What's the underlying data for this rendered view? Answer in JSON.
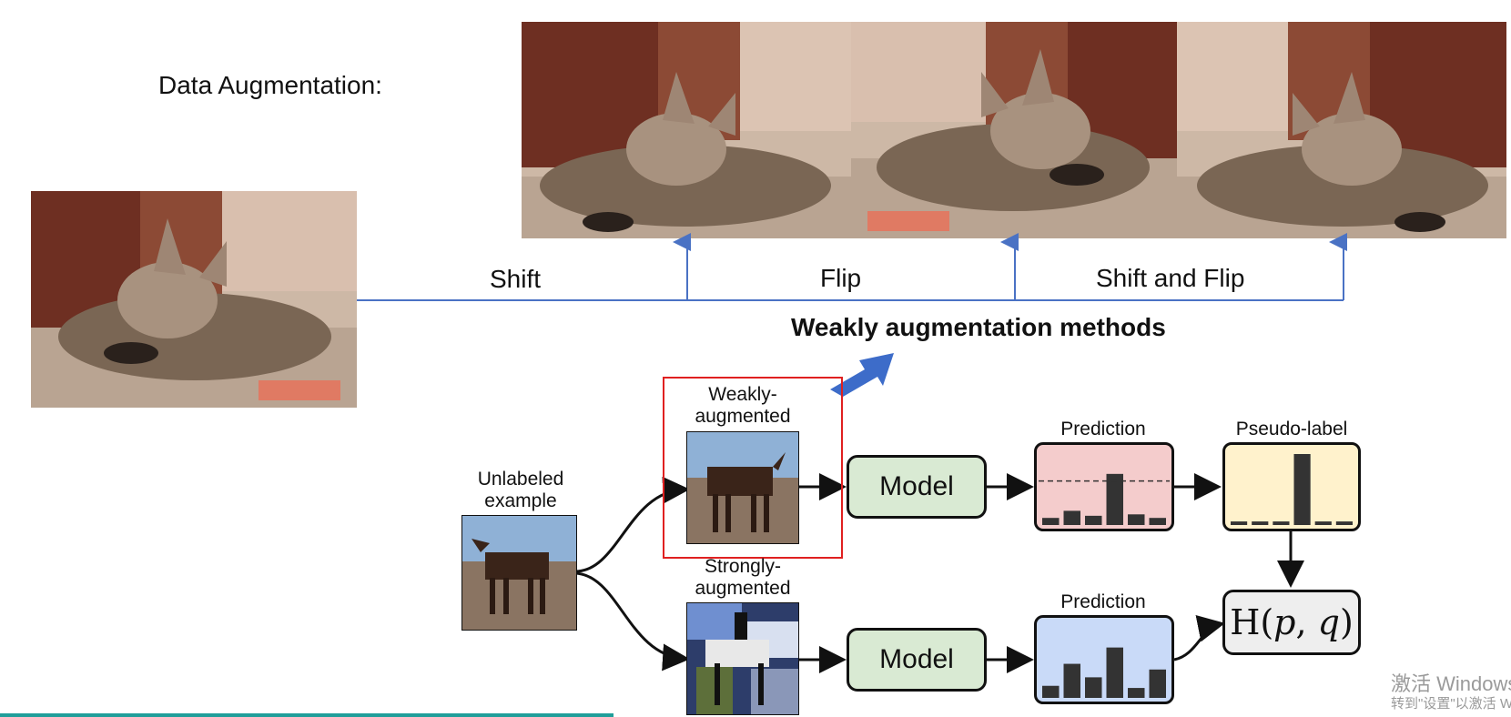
{
  "title": "Data Augmentation:",
  "augmentations": [
    "Shift",
    "Flip",
    "Shift and Flip"
  ],
  "weak_methods_label": "Weakly augmentation methods",
  "diagram": {
    "unlabeled_label": "Unlabeled\nexample",
    "weakly_label": "Weakly-\naugmented",
    "strongly_label": "Strongly-\naugmented",
    "model_label": "Model",
    "prediction_label": "Prediction",
    "pseudo_label": "Pseudo-label",
    "loss_p": "p",
    "loss_q": "q",
    "weak_prediction_bars": [
      0.1,
      0.2,
      0.13,
      0.72,
      0.15,
      0.1
    ],
    "pseudo_label_bars": [
      0.05,
      0.05,
      0.05,
      1.0,
      0.05,
      0.05
    ],
    "strong_prediction_bars": [
      0.17,
      0.48,
      0.29,
      0.71,
      0.14,
      0.4
    ],
    "threshold": 0.62
  },
  "watermark": {
    "line1": "激活 Windows",
    "line2": "转到\"设置\"以激活 W"
  },
  "colors": {
    "connector": "#4a72c4",
    "highlight_arrow": "#3d6cc9",
    "red_frame": "#e02020",
    "model_fill": "#d9ead3",
    "weak_pred_fill": "#f4cccc",
    "pseudo_fill": "#fff2cc",
    "strong_pred_fill": "#c9daf8",
    "loss_fill": "#eeeeee",
    "bar": "#333333"
  }
}
